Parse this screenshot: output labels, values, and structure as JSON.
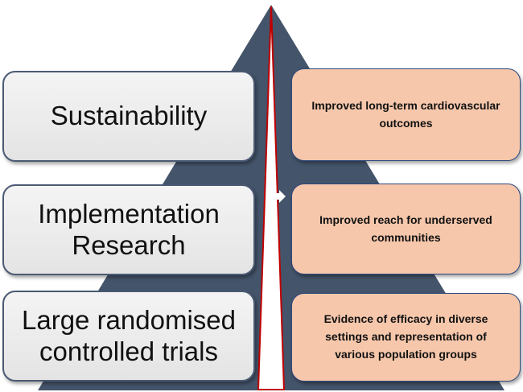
{
  "colors": {
    "pyramid": "#44546a",
    "arrow_outline": "#c00000",
    "left_box_fill": "#e8e8e8",
    "right_box_fill": "#f6c7ab"
  },
  "levels": [
    {
      "label_lines": [
        "Sustainability"
      ],
      "outcome": "Improved long-term cardiovascular outcomes"
    },
    {
      "label_lines": [
        "Implementation",
        "Research"
      ],
      "outcome": "Improved reach for underserved communities"
    },
    {
      "label_lines": [
        "Large randomised",
        "controlled trials"
      ],
      "outcome": "Evidence of efficacy in diverse settings and representation of various population groups"
    }
  ]
}
